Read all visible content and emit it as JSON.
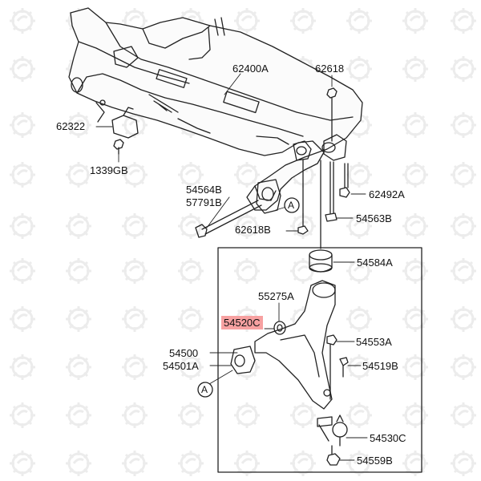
{
  "diagram": {
    "parts": {
      "subframe": "62400A",
      "bolt_top": "62618",
      "bracket": "62322",
      "bracket_nut": "1339GB",
      "rear_bolt_a": "54564B",
      "rear_bolt_b": "57791B",
      "bolt_bottom": "62618B",
      "bolt_right": "62492A",
      "washer_bolt": "54563B",
      "bushing_top": "54584A",
      "bushing_washer": "55275A",
      "bushing_front_highlighted": "54520C",
      "arm_a": "54500",
      "arm_b": "54501A",
      "arm_bolt": "54553A",
      "arm_bolt2": "54519B",
      "ball_joint": "54530C",
      "ball_nut": "54559B"
    },
    "callout_letter": "A",
    "highlight_color": "#f7a1a1",
    "watermark_icon": "gear-wrench-icon"
  }
}
